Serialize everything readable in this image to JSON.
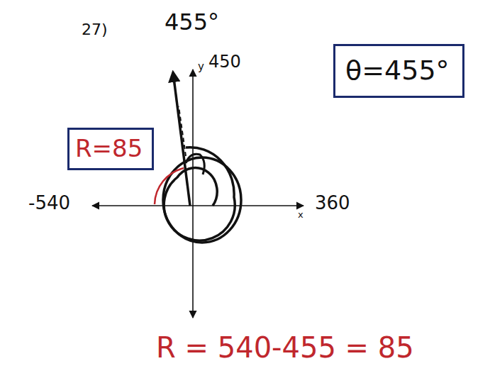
{
  "diagram": {
    "nodes": [
      {
        "text": [
          "R=85"
        ]
      },
      {
        "text": [
          "θ=455°"
        ]
      }
    ],
    "labels": [
      "27)",
      "455°",
      "y",
      "450",
      "-540",
      "x",
      "360",
      "R = 540-455 = 85"
    ]
  }
}
